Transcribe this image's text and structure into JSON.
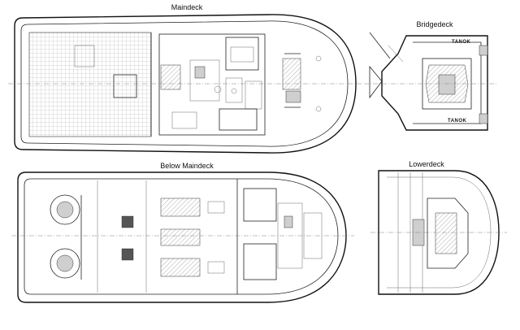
{
  "titles": {
    "maindeck": "Maindeck",
    "bridgedeck": "Bridgedeck",
    "below_maindeck": "Below Maindeck",
    "lowerdeck": "Lowerdeck"
  },
  "bridgedeck_labels": {
    "top_tank": "TANOK",
    "bottom_tank": "TANOK"
  }
}
